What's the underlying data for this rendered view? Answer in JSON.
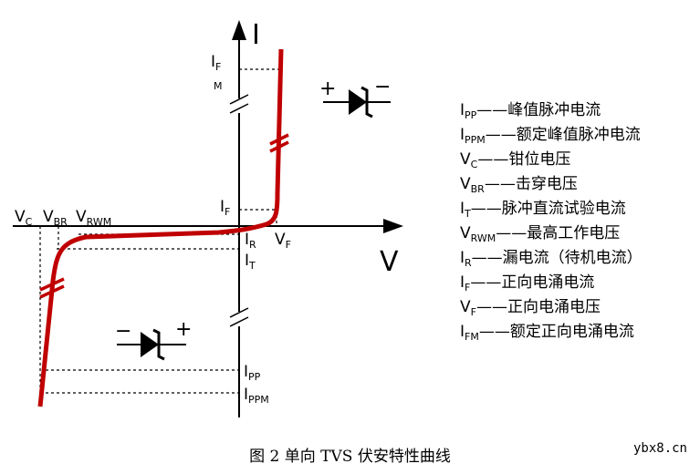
{
  "axes": {
    "x_label": "V",
    "y_label": "I"
  },
  "labels": {
    "ifm_main": "I",
    "ifm_sub1": "F",
    "ifm_sub2": "M",
    "if_main": "I",
    "if_sub": "F",
    "vc_main": "V",
    "vc_sub": "C",
    "vbr_main": "V",
    "vbr_sub": "BR",
    "vrwm_main": "V",
    "vrwm_sub": "RWM",
    "ir_main": "I",
    "ir_sub": "R",
    "it_main": "I",
    "it_sub": "T",
    "vf_main": "V",
    "vf_sub": "F",
    "ipp_main": "I",
    "ipp_sub": "PP",
    "ippm_main": "I",
    "ippm_sub": "PPM"
  },
  "diode_symbols": {
    "top": {
      "plus": "+",
      "minus": "−"
    },
    "bottom": {
      "plus": "+",
      "minus": "−"
    }
  },
  "legend": [
    {
      "main": "I",
      "sub": "PP",
      "desc": "——峰值脉冲电流"
    },
    {
      "main": "I",
      "sub": "PPM",
      "desc": "——额定峰值脉冲电流"
    },
    {
      "main": "V",
      "sub": "C",
      "desc": "——钳位电压"
    },
    {
      "main": "V",
      "sub": "BR",
      "desc": "——击穿电压"
    },
    {
      "main": "I",
      "sub": "T",
      "desc": "——脉冲直流试验电流"
    },
    {
      "main": "V",
      "sub": "RWM",
      "desc": "——最高工作电压"
    },
    {
      "main": "I",
      "sub": "R",
      "desc": "——漏电流（待机电流）"
    },
    {
      "main": "I",
      "sub": "F",
      "desc": "——正向电涌电流"
    },
    {
      "main": "V",
      "sub": "F",
      "desc": "——正向电涌电压"
    },
    {
      "main": "I",
      "sub": "FM",
      "desc": "——额定正向电涌电流"
    }
  ],
  "caption": "图 2  单向 TVS 伏安特性曲线",
  "watermark": "ybx8.cn",
  "colors": {
    "curve": "#c00000",
    "axis": "#000000",
    "diode": "#000000"
  }
}
